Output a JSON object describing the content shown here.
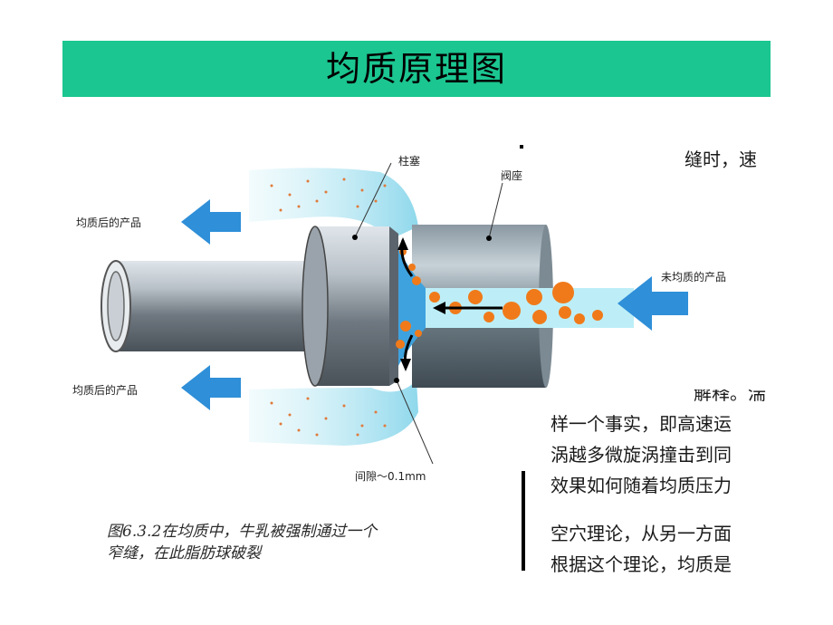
{
  "title": "均质原理图",
  "diagram": {
    "labels": {
      "plunger": "柱塞",
      "valve_seat": "阀座",
      "product_out_top": "均质后的产品",
      "product_out_bottom": "均质后的产品",
      "product_in": "未均质的产品",
      "gap": "间隙～0.1mm"
    },
    "colors": {
      "banner": "#1bc690",
      "arrow_blue": "#2f8fd8",
      "fat_globule": "#f07a1a",
      "steel": "#9aa3ad",
      "flow_cyan": "#a9e6f2"
    }
  },
  "caption": {
    "line1": "图6.3.2在均质中，牛乳被强制通过一个",
    "line2": "窄缝，在此脂肪球破裂"
  },
  "right_text": {
    "line_top": "缝时，速",
    "line1": "解释。湍",
    "line2": "样一个事实，即高速运",
    "line3": "涡越多微旋涡撞击到同",
    "line4": "效果如何随着均质压力",
    "line5": "空穴理论，从另一方面",
    "line6": "根据这个理论，均质是"
  }
}
